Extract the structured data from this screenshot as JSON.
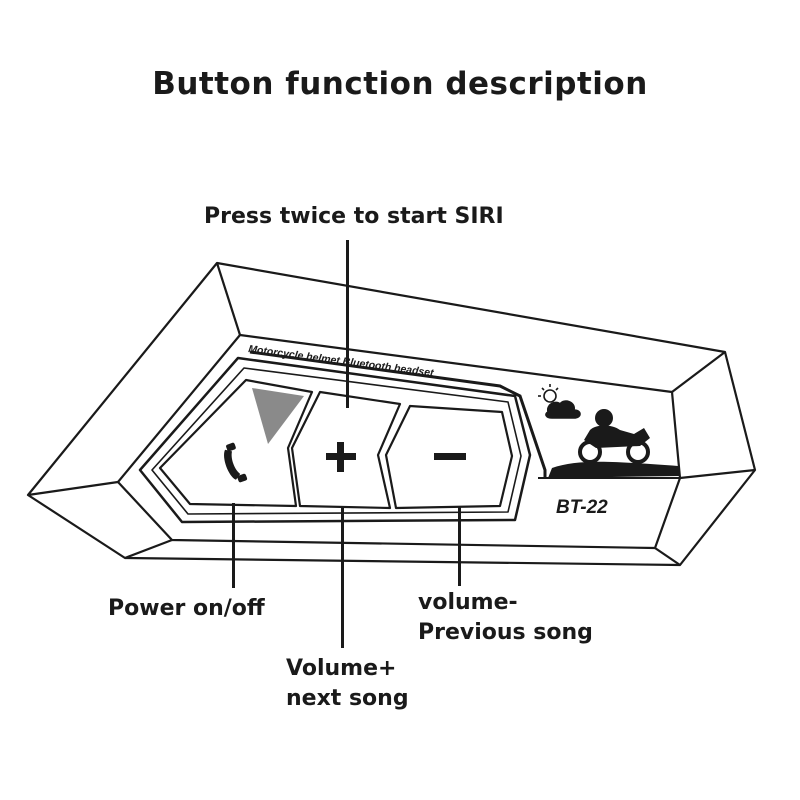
{
  "title": "Button function description",
  "labels": {
    "siri": "Press twice to start SIRI",
    "power": "Power on/off",
    "volume_up_line1": "Volume+",
    "volume_up_line2": "next song",
    "volume_down_line1": "volume-",
    "volume_down_line2": "Previous song"
  },
  "device": {
    "caption": "Motorcycle helmet Bluetooth headset",
    "model": "BT-22",
    "buttons": [
      {
        "name": "power",
        "symbol": "phone-icon"
      },
      {
        "name": "plus",
        "symbol": "+"
      },
      {
        "name": "minus",
        "symbol": "−"
      }
    ]
  },
  "colors": {
    "outline": "#1a1a1a",
    "indicator": "#8a8a8a",
    "background": "#ffffff"
  }
}
